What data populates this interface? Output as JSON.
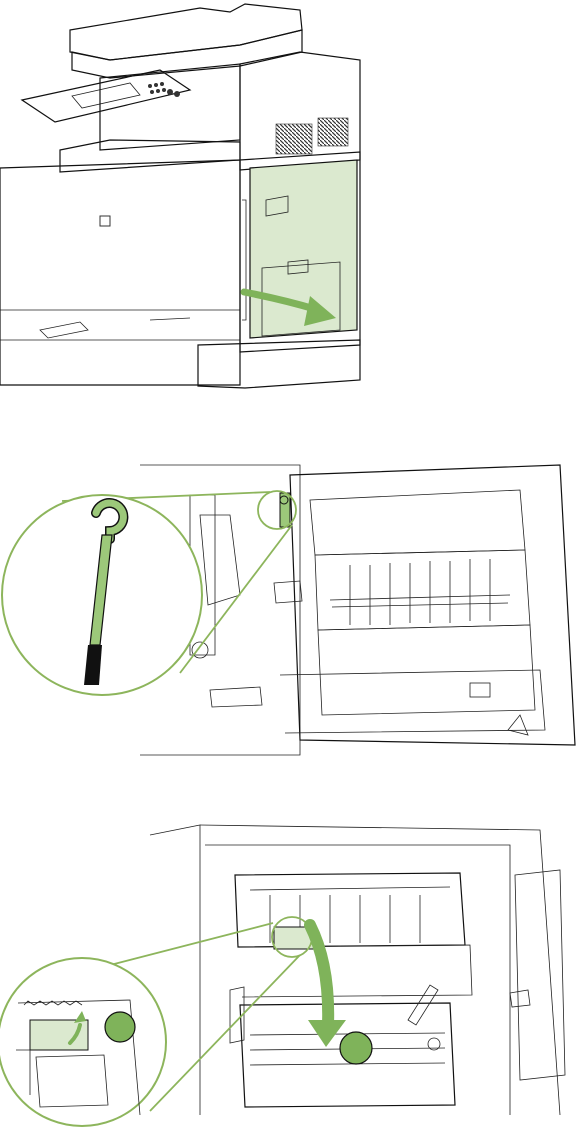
{
  "colors": {
    "highlight_fill": "#dbe9cf",
    "arrow_green": "#7fb35a",
    "callout_line": "#8db55c",
    "tool_green": "#9cc87a",
    "tool_tip": "#111111",
    "line": "#111111"
  },
  "steps": [
    {
      "name": "open-right-door",
      "icons": [
        "printer-icon",
        "right-door-highlight",
        "open-door-arrow-icon"
      ]
    },
    {
      "name": "locate-tool",
      "icons": [
        "door-interior-icon",
        "jam-tool-icon",
        "magnifier-callout"
      ]
    },
    {
      "name": "lower-guide",
      "icons": [
        "transfer-area-icon",
        "guide-tab-icon",
        "lift-arrow-icon",
        "lower-arrow-icon",
        "step-1-marker",
        "step-2-marker"
      ]
    }
  ]
}
